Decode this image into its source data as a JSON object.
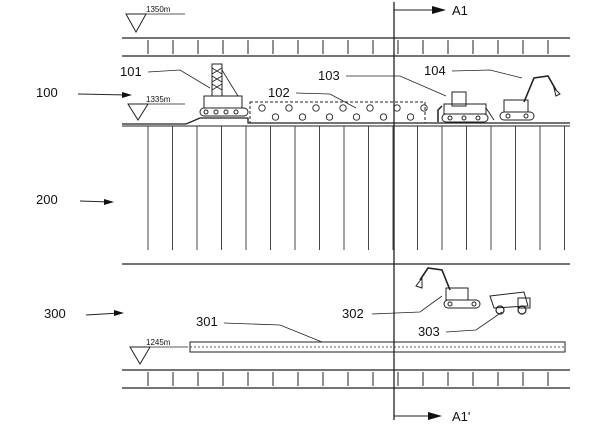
{
  "elevations": {
    "top": "1350m",
    "bench": "1335m",
    "bottom": "1245m"
  },
  "section_marks": {
    "top": "A1",
    "bottom": "A1'"
  },
  "zones": {
    "z100": "100",
    "z200": "200",
    "z300": "300"
  },
  "components": {
    "c101": "101",
    "c102": "102",
    "c103": "103",
    "c104": "104",
    "c301": "301",
    "c302": "302",
    "c303": "303"
  },
  "icons": {
    "drill": "drill-rig-icon",
    "dozer": "bulldozer-icon",
    "excavator_upper": "excavator-icon",
    "excavator_lower": "excavator-icon",
    "truck": "dump-truck-icon"
  }
}
